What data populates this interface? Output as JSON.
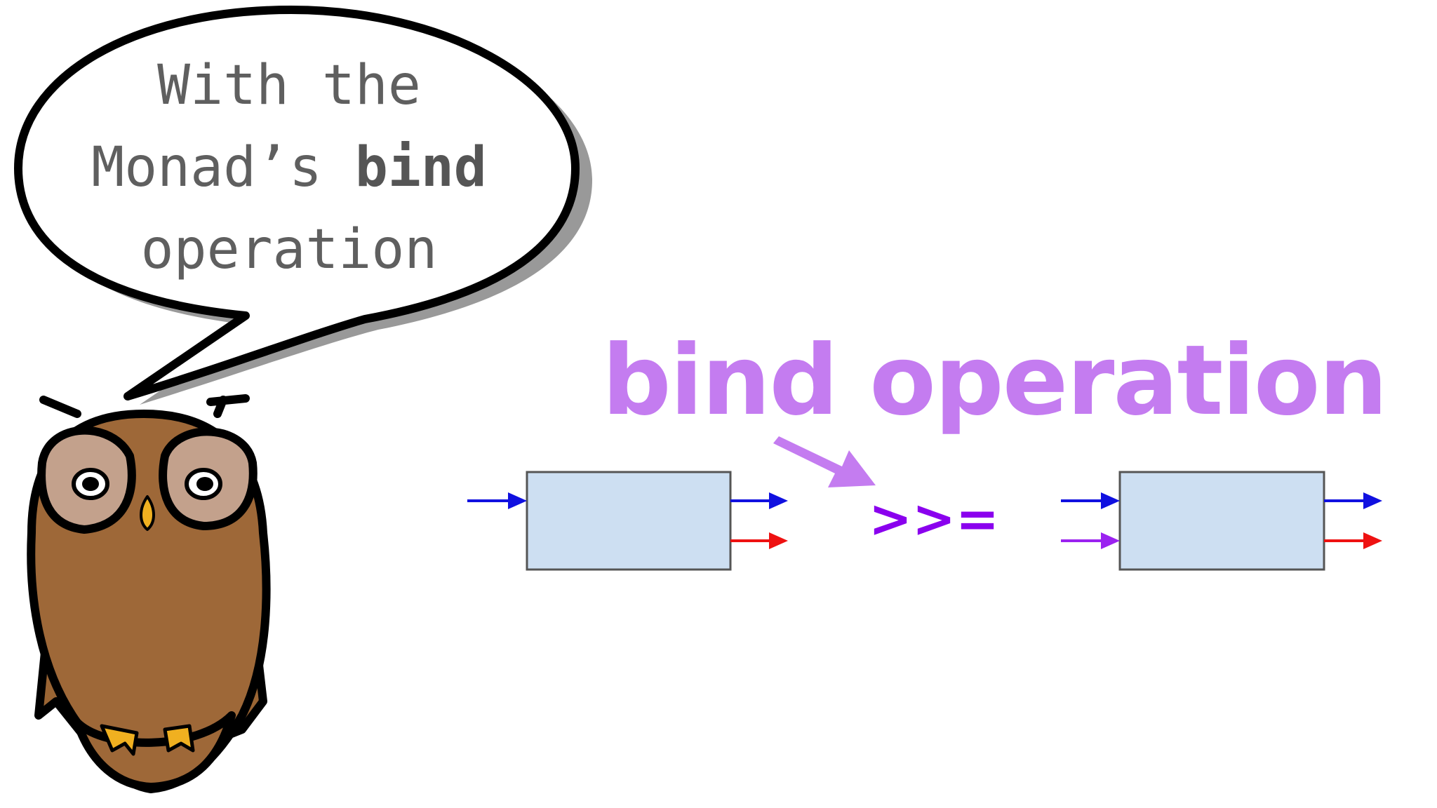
{
  "speech_bubble": {
    "line1": "With the",
    "line2_prefix": "Monad’s ",
    "line2_bold": "bind",
    "line3": "operation"
  },
  "diagram": {
    "title": "bind operation",
    "operator": ">>=",
    "colors": {
      "box_fill": "#cddff2",
      "box_stroke": "#555555",
      "arrow_blue": "#1010e0",
      "arrow_red": "#ee1111",
      "arrow_purple": "#9b22f0",
      "title_fill": "#c47cf0",
      "operator": "#8a00ee"
    }
  },
  "character": {
    "icon": "owl-icon"
  }
}
